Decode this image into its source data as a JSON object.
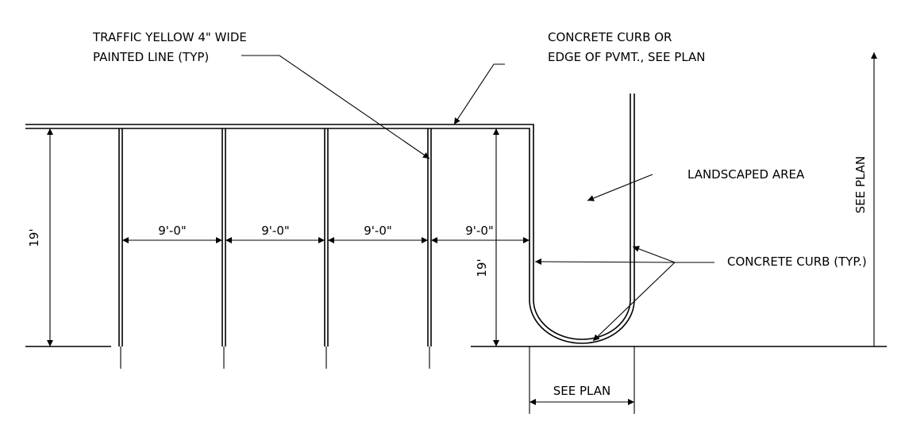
{
  "labels": {
    "traffic_line_1": "TRAFFIC YELLOW 4\" WIDE",
    "traffic_line_2": "PAINTED LINE (TYP)",
    "curb_edge_1": "CONCRETE CURB OR",
    "curb_edge_2": "EDGE OF PVMT., SEE PLAN",
    "landscaped_area": "LANDSCAPED AREA",
    "concrete_curb_typ": "CONCRETE CURB (TYP.)",
    "see_plan_vertical": "SEE PLAN",
    "see_plan_bottom": "SEE PLAN"
  },
  "dimensions": {
    "stall_depth_left": "19'",
    "stall_depth_right": "19'",
    "stall_widths": [
      "9'-0\"",
      "9'-0\"",
      "9'-0\"",
      "9'-0\""
    ]
  }
}
